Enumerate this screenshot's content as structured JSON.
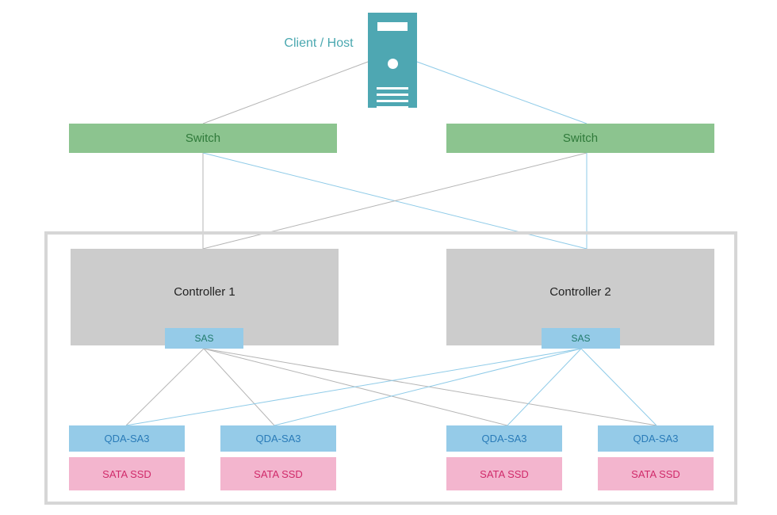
{
  "host": {
    "label": "Client / Host",
    "icon": "server-icon",
    "color": "#4ea7b2"
  },
  "switches": [
    {
      "label": "Switch"
    },
    {
      "label": "Switch"
    }
  ],
  "controllers": [
    {
      "label": "Controller 1",
      "port_label": "SAS"
    },
    {
      "label": "Controller 2",
      "port_label": "SAS"
    }
  ],
  "drives": [
    {
      "adapter": "QDA-SA3",
      "disk": "SATA SSD"
    },
    {
      "adapter": "QDA-SA3",
      "disk": "SATA SSD"
    },
    {
      "adapter": "QDA-SA3",
      "disk": "SATA SSD"
    },
    {
      "adapter": "QDA-SA3",
      "disk": "SATA SSD"
    }
  ],
  "colors": {
    "switch": "#8cc48f",
    "controller": "#cccccc",
    "sas": "#95cbe8",
    "ssd": "#f3b5ce",
    "path_a": "#b5b5b5",
    "path_b": "#8fcbe8"
  }
}
